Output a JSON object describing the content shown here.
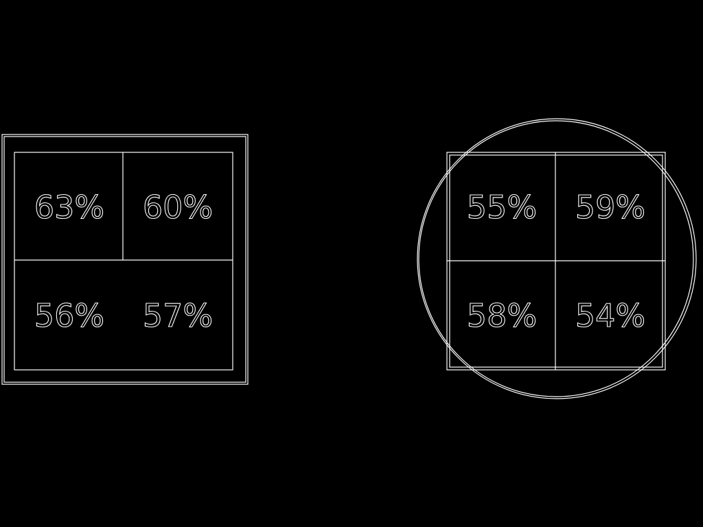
{
  "colors": {
    "background": "#000000",
    "stroke": "#ffffff"
  },
  "panels": [
    {
      "frame": "square",
      "cells": [
        "63%",
        "60%",
        "56%",
        "57%"
      ]
    },
    {
      "frame": "circle",
      "cells": [
        "55%",
        "59%",
        "58%",
        "54%"
      ]
    }
  ]
}
